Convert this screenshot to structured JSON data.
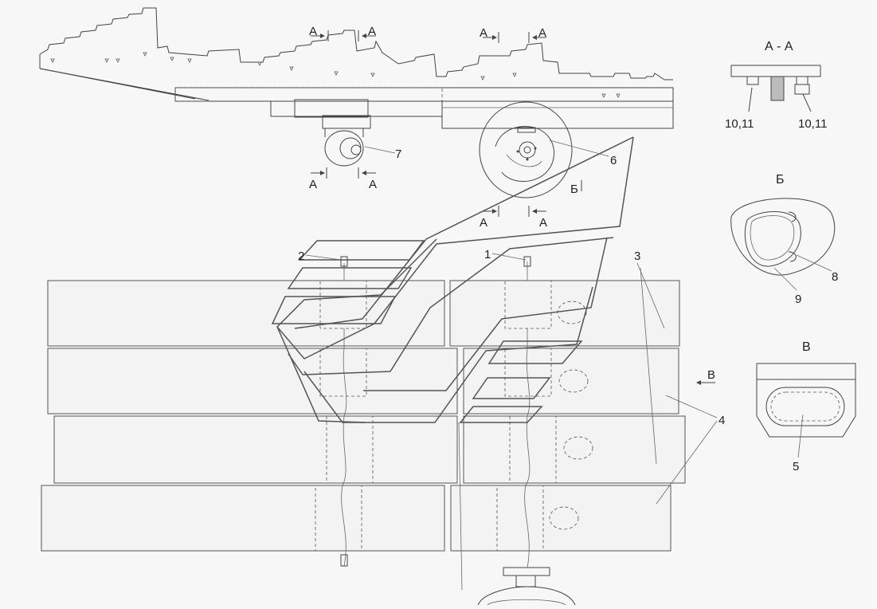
{
  "callouts": {
    "c1": "1",
    "c2": "2",
    "c3": "3",
    "c4": "4",
    "c5": "5",
    "c6": "6",
    "c7": "7",
    "c8": "8",
    "c9": "9",
    "c10a": "10,11",
    "c10b": "10,11"
  },
  "section_marks": {
    "a": "А",
    "b": "Б",
    "v": "В"
  },
  "views": {
    "aa_title": "А - А",
    "b_title": "Б",
    "v_title": "В"
  }
}
